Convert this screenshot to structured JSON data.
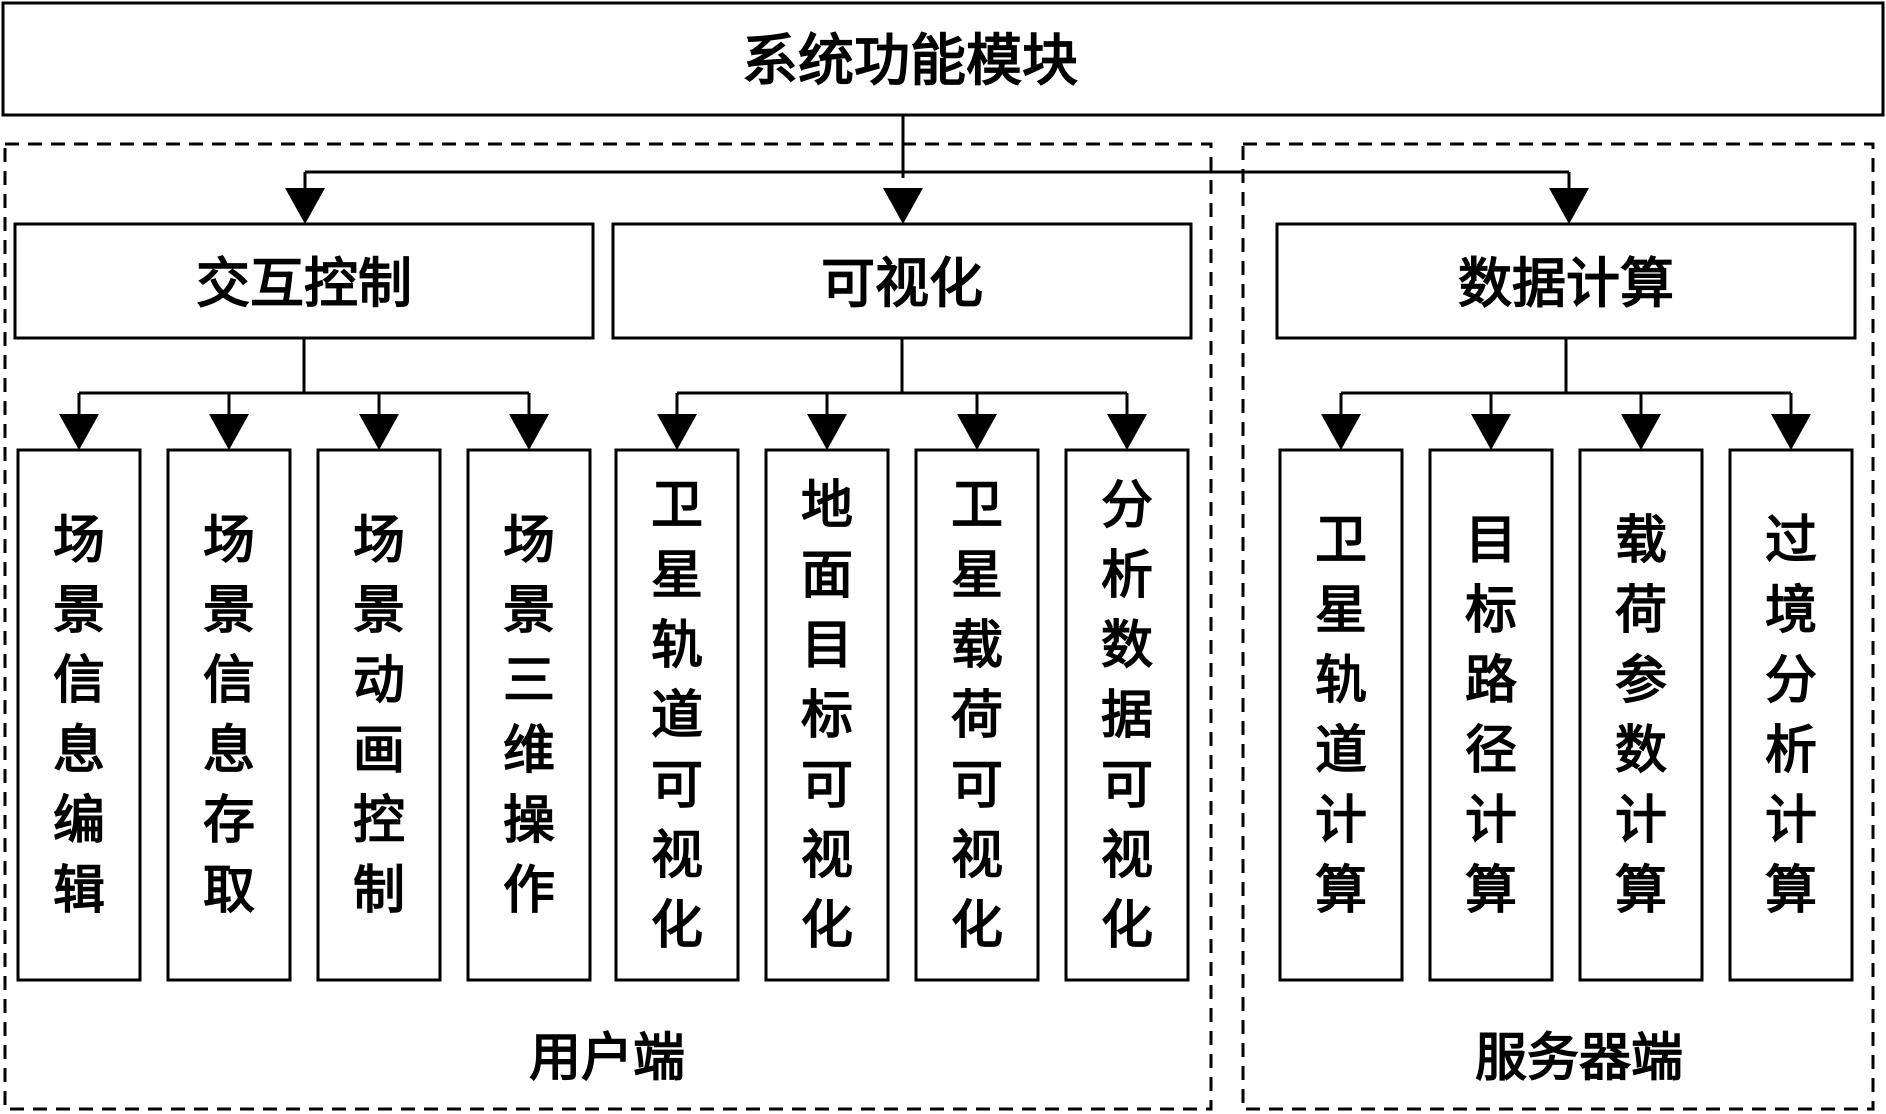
{
  "title": "系统功能模块",
  "regions": {
    "client": "用户端",
    "server": "服务器端"
  },
  "groups": [
    {
      "label": "交互控制",
      "items": [
        "场景信息编辑",
        "场景信息存取",
        "场景动画控制",
        "场景三维操作"
      ]
    },
    {
      "label": "可视化",
      "items": [
        "卫星轨道可视化",
        "地面目标可视化",
        "卫星载荷可视化",
        "分析数据可视化"
      ]
    },
    {
      "label": "数据计算",
      "items": [
        "卫星轨道计算",
        "目标路径计算",
        "载荷参数计算",
        "过境分析计算"
      ]
    }
  ],
  "colors": {
    "stroke": "#000000",
    "background": "#ffffff"
  }
}
